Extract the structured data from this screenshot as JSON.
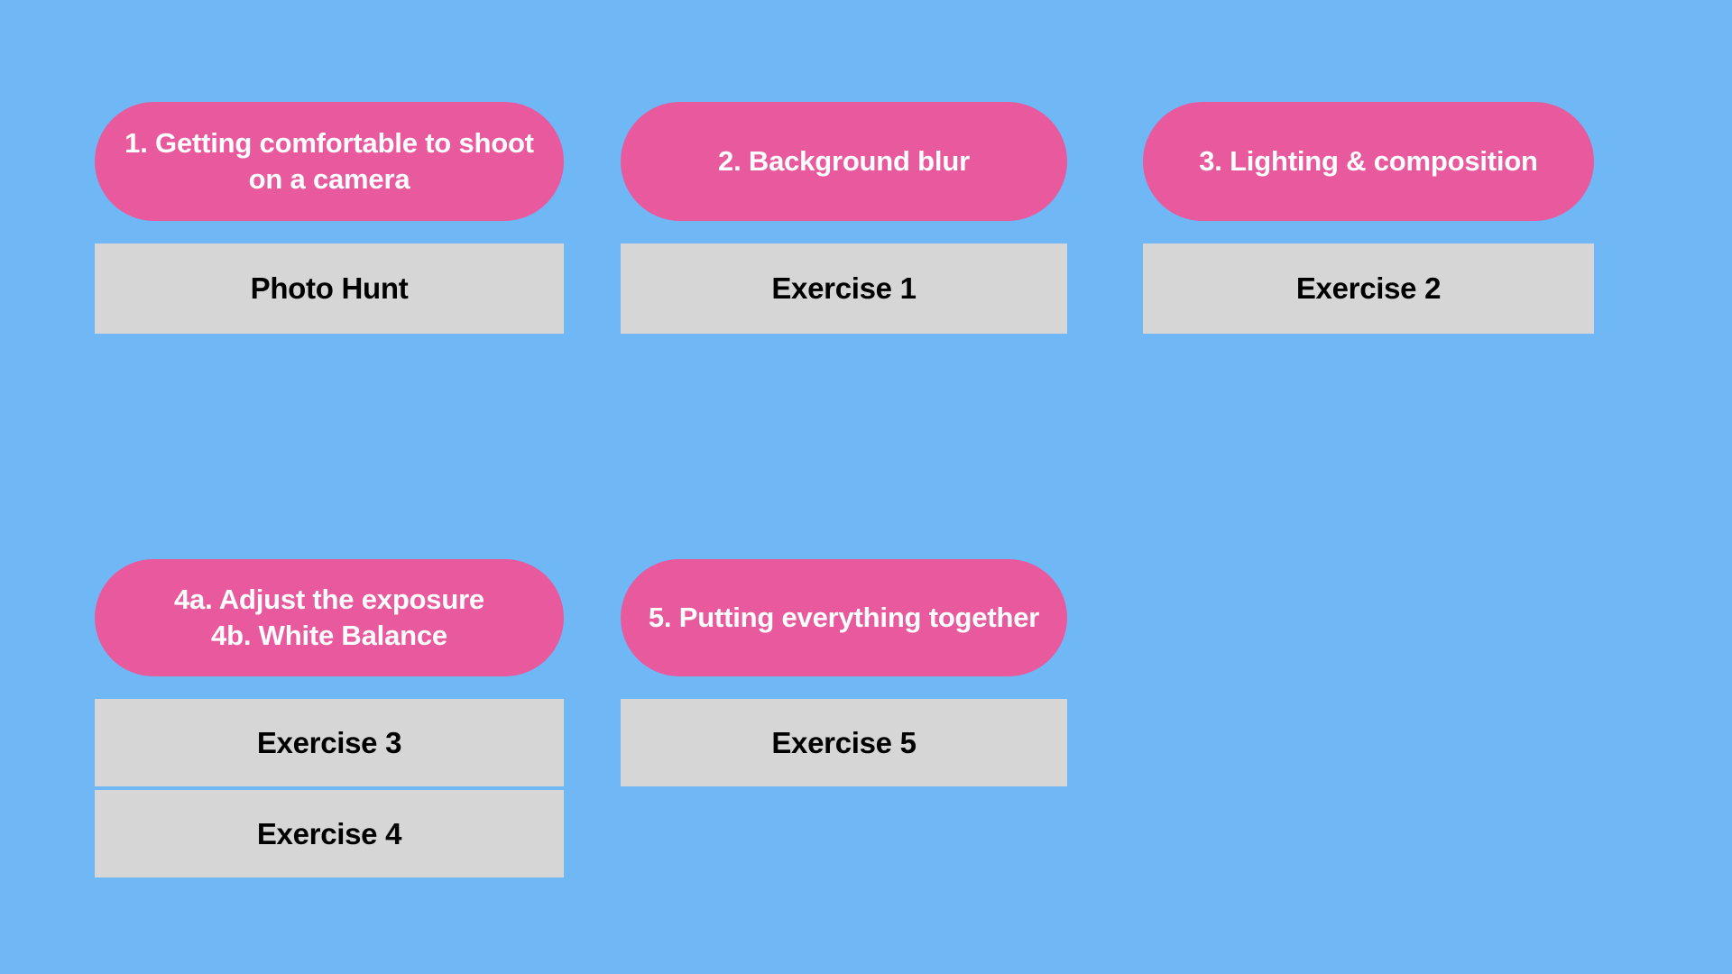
{
  "theme": {
    "background_color": "#6fb7f5",
    "module_color": "#e8599e",
    "module_text_color": "#ffffff",
    "exercise_color": "#d6d6d6",
    "exercise_text_color": "#000000"
  },
  "modules": [
    {
      "title": "1. Getting comfortable to shoot\non a camera",
      "exercises": [
        {
          "label": "Photo Hunt"
        }
      ]
    },
    {
      "title": "2. Background blur",
      "exercises": [
        {
          "label": "Exercise 1"
        }
      ]
    },
    {
      "title": "3. Lighting & composition",
      "exercises": [
        {
          "label": "Exercise 2"
        }
      ]
    },
    {
      "title": "4a. Adjust the exposure\n4b. White Balance",
      "exercises": [
        {
          "label": "Exercise 3"
        },
        {
          "label": "Exercise 4"
        }
      ]
    },
    {
      "title": "5. Putting everything together",
      "exercises": [
        {
          "label": "Exercise 5"
        }
      ]
    }
  ]
}
